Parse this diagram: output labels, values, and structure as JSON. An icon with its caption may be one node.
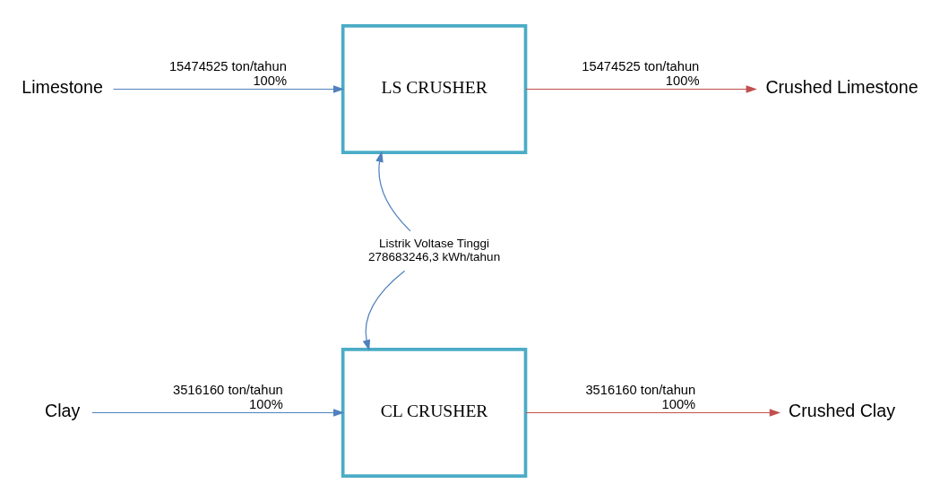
{
  "diagram": {
    "nodes": [
      {
        "text": [
          "Limestone"
        ]
      },
      {
        "text": [
          "LS CRUSHER"
        ]
      },
      {
        "text": [
          "Crushed Limestone"
        ]
      },
      {
        "text": [
          "Clay"
        ]
      },
      {
        "text": [
          "CL CRUSHER"
        ]
      },
      {
        "text": [
          "Crushed Clay"
        ]
      },
      {
        "text": [
          "Listrik Voltase Tinggi",
          "278683246,3 kWh/tahun"
        ]
      }
    ],
    "edges": [
      {
        "from": 0,
        "to": 1,
        "arrow": "to",
        "label": "15474525 ton/tahun 100%"
      },
      {
        "from": 1,
        "to": 2,
        "arrow": "to",
        "label": "15474525 ton/tahun 100%",
        "color": "#c0504d"
      },
      {
        "from": 6,
        "to": 1,
        "arrow": "to"
      },
      {
        "from": 6,
        "to": 4,
        "arrow": "to"
      },
      {
        "from": 3,
        "to": 4,
        "arrow": "to",
        "label": "3516160 ton/tahun 100%"
      },
      {
        "from": 4,
        "to": 5,
        "arrow": "to",
        "label": "3516160 ton/tahun 100%",
        "color": "#c0504d"
      }
    ]
  }
}
